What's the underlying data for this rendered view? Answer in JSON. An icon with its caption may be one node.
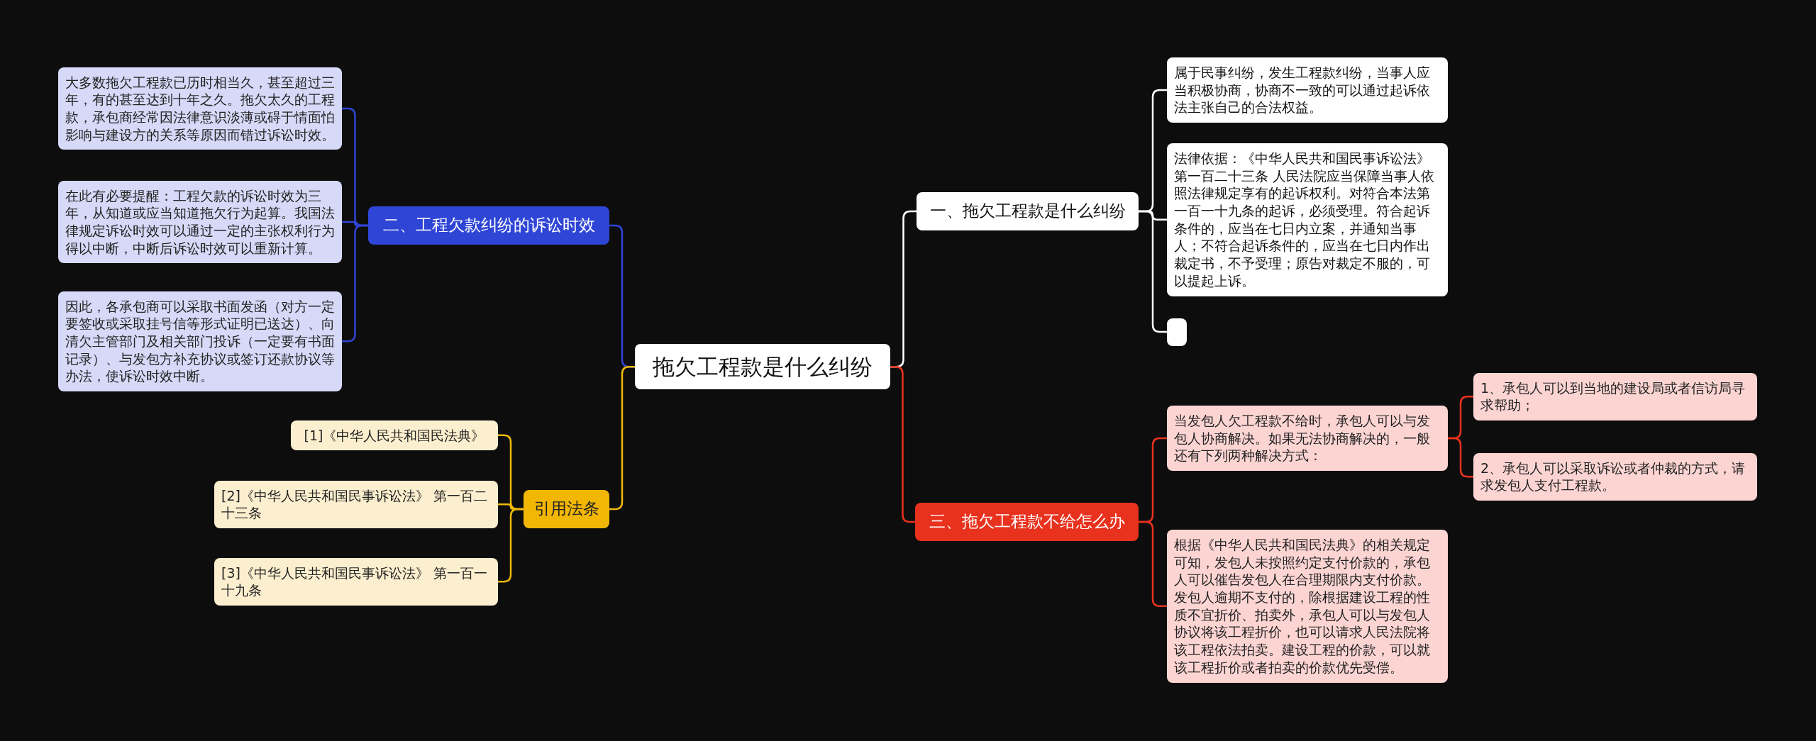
{
  "diagram": {
    "nodes": [
      {
        "text": [
          "拖欠工程款是什么纠纷"
        ]
      },
      {
        "text": [
          "一、拖欠工程款是什么纠纷"
        ]
      },
      {
        "text": [
          "属于民事纠纷，发生工程款纠纷，当事人应当积极协商，协商不一致的可以通过起诉依法主张自己的合法权益。"
        ]
      },
      {
        "text": [
          "法律依据：《中华人民共和国民事诉讼法》第一百二十三条 人民法院应当保障当事人依照法律规定享有的起诉权利。对符合本法第一百一十九条的起诉，必须受理。符合起诉条件的，应当在七日内立案，并通知当事人；不符合起诉条件的，应当在七日内作出裁定书，不予受理；原告对裁定不服的，可以提起上诉。"
        ]
      },
      {
        "text": [],
        "shape": "box"
      },
      {
        "text": [
          "三、拖欠工程款不给怎么办"
        ]
      },
      {
        "text": [
          "当发包人欠工程款不给时，承包人可以与发包人协商解决。如果无法协商解决的，一般还有下列两种解决方式："
        ]
      },
      {
        "text": [
          "1、承包人可以到当地的建设局或者信访局寻求帮助；"
        ]
      },
      {
        "text": [
          "2、承包人可以采取诉讼或者仲裁的方式，请求发包人支付工程款。"
        ]
      },
      {
        "text": [
          "根据《中华人民共和国民法典》的相关规定可知，发包人未按照约定支付价款的，承包人可以催告发包人在合理期限内支付价款。发包人逾期不支付的，除根据建设工程的性质不宜折价、拍卖外，承包人可以与发包人协议将该工程折价，也可以请求人民法院将该工程依法拍卖。建设工程的价款，可以就该工程折价或者拍卖的价款优先受偿。"
        ]
      },
      {
        "text": [
          "二、工程欠款纠纷的诉讼时效"
        ]
      },
      {
        "text": [
          "大多数拖欠工程款已历时相当久，甚至超过三年，有的甚至达到十年之久。拖欠太久的工程款，承包商经常因法律意识淡薄或碍于情面怕影响与建设方的关系等原因而错过诉讼时效。"
        ]
      },
      {
        "text": [
          "在此有必要提醒：工程欠款的诉讼时效为三年，从知道或应当知道拖欠行为起算。我国法律规定诉讼时效可以通过一定的主张权利行为得以中断，中断后诉讼时效可以重新计算。"
        ]
      },
      {
        "text": [
          "因此，各承包商可以采取书面发函（对方一定要签收或采取挂号信等形式证明已送达）、向清欠主管部门及相关部门投诉（一定要有书面记录）、与发包方补充协议或签订还款协议等办法，使诉讼时效中断。"
        ]
      },
      {
        "text": [
          "引用法条"
        ]
      },
      {
        "text": [
          "[1]《中华人民共和国民法典》"
        ]
      },
      {
        "text": [
          "[2]《中华人民共和国民事诉讼法》 第一百二十三条"
        ]
      },
      {
        "text": [
          "[3]《中华人民共和国民事诉讼法》 第一百一十九条"
        ]
      }
    ],
    "edges": [
      {
        "from": 0,
        "to": 1,
        "arrow": "none",
        "color": "#ffffff"
      },
      {
        "from": 1,
        "to": 2,
        "arrow": "none",
        "color": "#ffffff"
      },
      {
        "from": 1,
        "to": 3,
        "arrow": "none",
        "color": "#ffffff"
      },
      {
        "from": 1,
        "to": 4,
        "arrow": "none",
        "color": "#ffffff"
      },
      {
        "from": 0,
        "to": 5,
        "arrow": "none",
        "color": "#e8321e"
      },
      {
        "from": 5,
        "to": 6,
        "arrow": "none",
        "color": "#e8321e"
      },
      {
        "from": 6,
        "to": 7,
        "arrow": "none",
        "color": "#e8321e"
      },
      {
        "from": 6,
        "to": 8,
        "arrow": "none",
        "color": "#e8321e"
      },
      {
        "from": 5,
        "to": 9,
        "arrow": "none",
        "color": "#e8321e"
      },
      {
        "from": 0,
        "to": 10,
        "arrow": "none",
        "color": "#2f45d6"
      },
      {
        "from": 10,
        "to": 11,
        "arrow": "none",
        "color": "#2f45d6"
      },
      {
        "from": 10,
        "to": 12,
        "arrow": "none",
        "color": "#2f45d6"
      },
      {
        "from": 10,
        "to": 13,
        "arrow": "none",
        "color": "#2f45d6"
      },
      {
        "from": 0,
        "to": 14,
        "arrow": "none",
        "color": "#f0b90b"
      },
      {
        "from": 14,
        "to": 15,
        "arrow": "none",
        "color": "#f0b90b"
      },
      {
        "from": 14,
        "to": 16,
        "arrow": "none",
        "color": "#f0b90b"
      },
      {
        "from": 14,
        "to": 17,
        "arrow": "none",
        "color": "#f0b90b"
      }
    ]
  }
}
